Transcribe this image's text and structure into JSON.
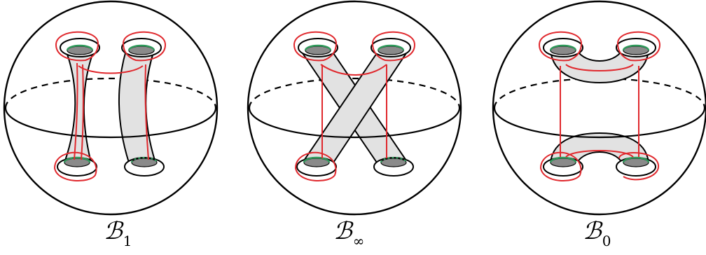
{
  "colors": {
    "band_fill": "#e2e2e2",
    "disk_fill": "#8a8a8a",
    "outline": "#000000",
    "arc_red": "#e0282d",
    "arc_green": "#2e9a5a"
  },
  "panels": [
    {
      "symbol": "ℬ",
      "subscript": "1"
    },
    {
      "symbol": "ℬ",
      "subscript": "∞"
    },
    {
      "symbol": "ℬ",
      "subscript": "0"
    }
  ]
}
